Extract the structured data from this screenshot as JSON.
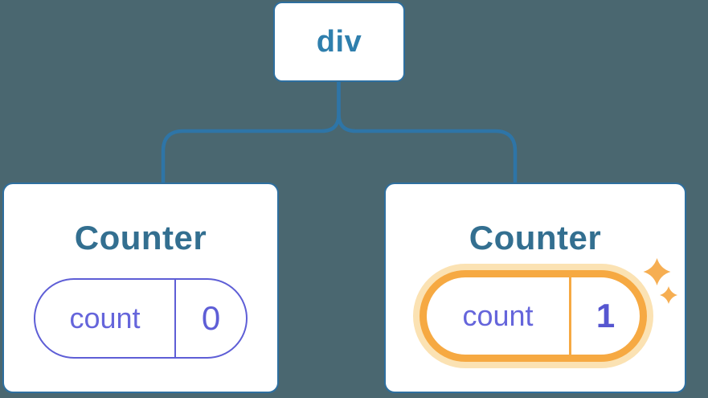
{
  "tree": {
    "root": {
      "label": "div"
    },
    "children": [
      {
        "title": "Counter",
        "state": {
          "key": "count",
          "value": "0"
        },
        "highlighted": false
      },
      {
        "title": "Counter",
        "state": {
          "key": "count",
          "value": "1"
        },
        "highlighted": true
      }
    ]
  },
  "colors": {
    "background": "#4A6770",
    "connector": "#2E75A7",
    "card_border": "#2E6F9F",
    "root_label": "#2F7FAD",
    "title": "#336F90",
    "pill_border_purple": "#5E5ED6",
    "pill_text_purple": "#6565DB",
    "highlight_orange": "#F6A942",
    "highlight_halo": "#FBE2B3",
    "sparkle": "#F6AE52"
  }
}
